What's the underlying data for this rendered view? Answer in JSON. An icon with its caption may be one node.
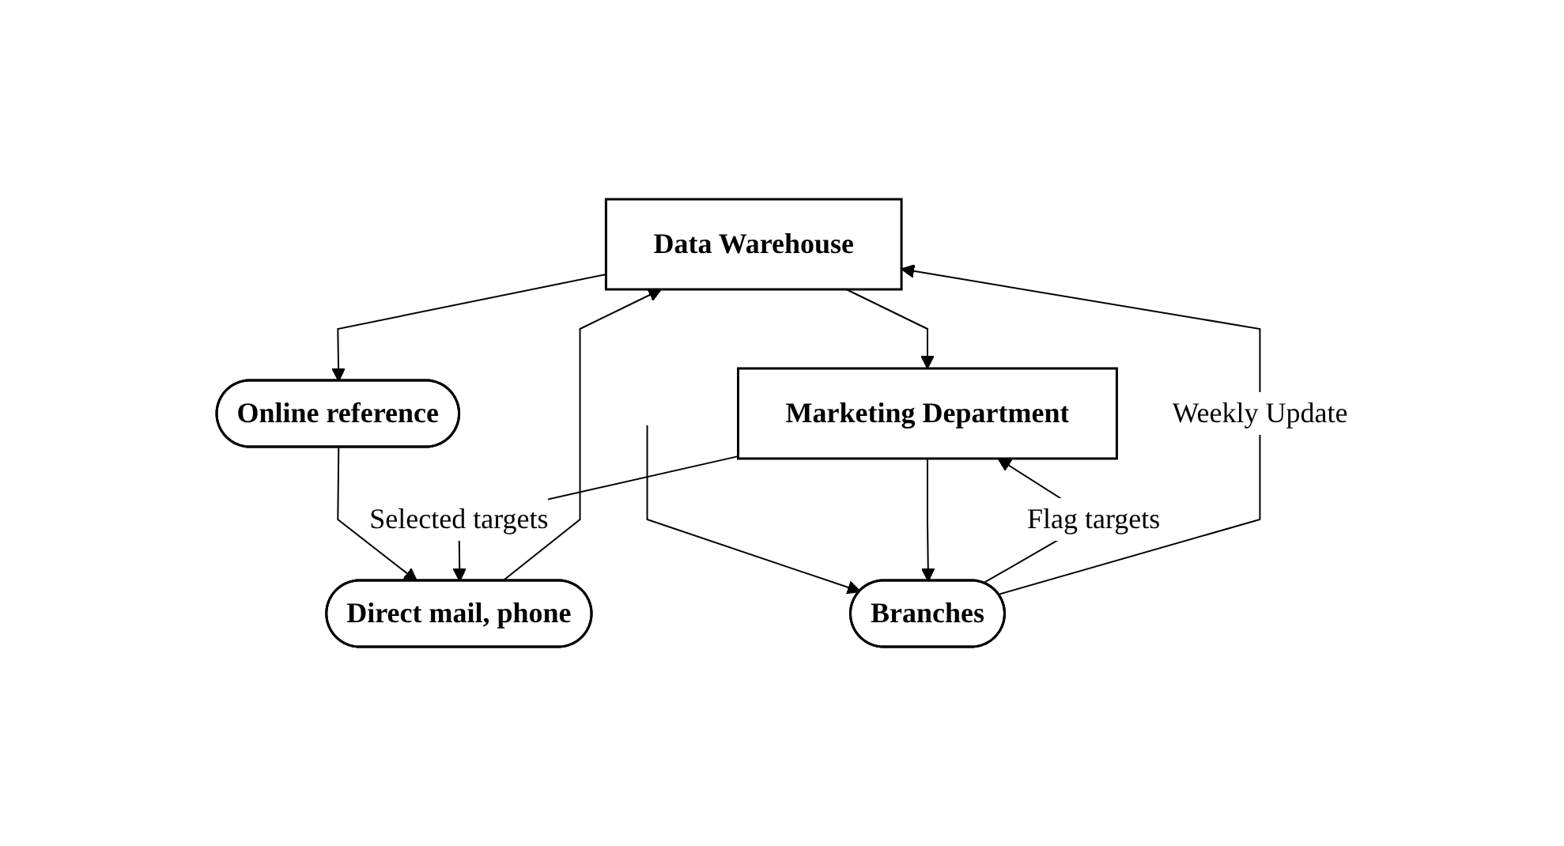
{
  "diagram": {
    "nodes": [
      {
        "text": [
          "Data Warehouse"
        ]
      },
      {
        "text": [
          "Online reference"
        ]
      },
      {
        "text": [
          "Marketing Department"
        ]
      },
      {
        "text": [
          "Direct mail, phone"
        ]
      },
      {
        "text": [
          "Branches"
        ]
      }
    ],
    "edges": [
      {
        "from": 3,
        "to": 0,
        "arrow": "to"
      },
      {
        "from": 0,
        "to": 1,
        "arrow": "to"
      },
      {
        "from": 0,
        "to": 2,
        "arrow": "to"
      },
      {
        "from": 1,
        "to": 3,
        "arrow": "to"
      },
      {
        "from": 2,
        "to": 3,
        "label": "Selected targets",
        "arrow": "to"
      },
      {
        "from": null,
        "to": 4,
        "arrow": "to"
      },
      {
        "from": 2,
        "to": 4,
        "arrow": "to"
      },
      {
        "from": 4,
        "to": 2,
        "label": "Flag targets",
        "arrow": "to"
      },
      {
        "from": 4,
        "to": 0,
        "label": "Weekly Update",
        "arrow": "to"
      }
    ]
  }
}
